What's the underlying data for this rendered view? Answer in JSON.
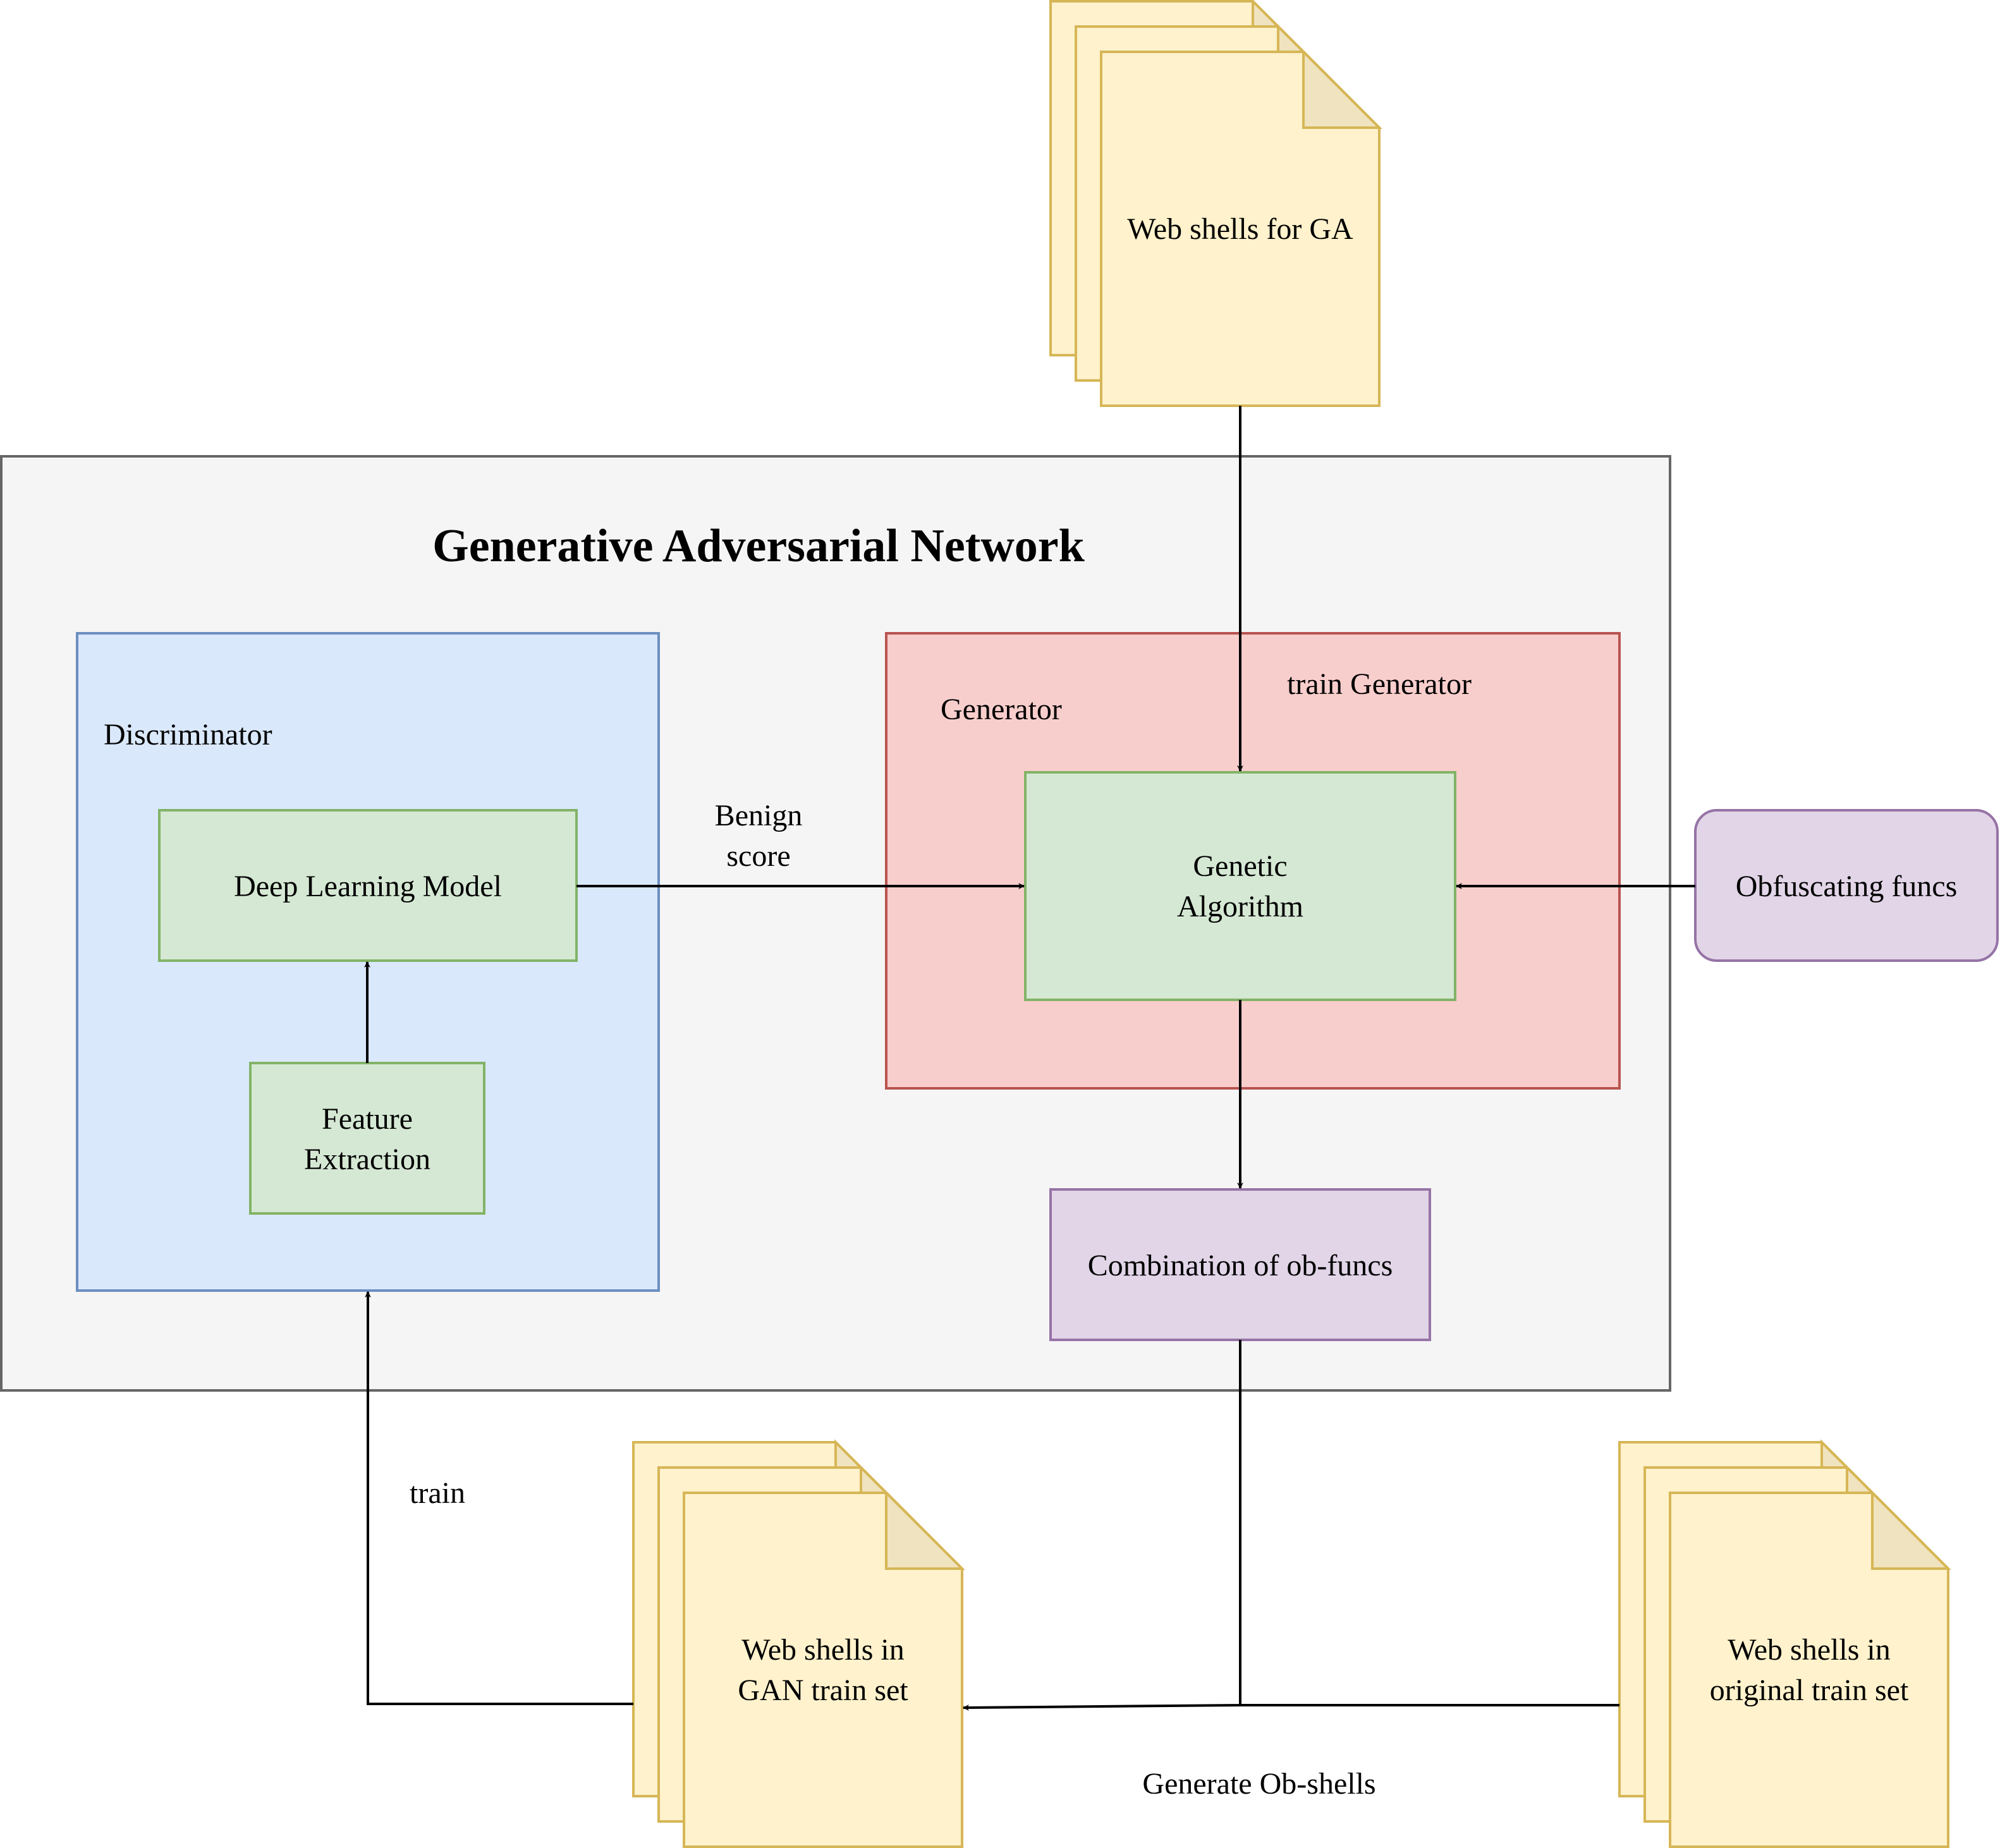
{
  "title": "Generative Adversarial Network",
  "discriminator": {
    "label": "Discriminator",
    "deep_learning_model": "Deep Learning Model",
    "feature_extraction": [
      "Feature",
      "Extraction"
    ]
  },
  "generator": {
    "label": "Generator",
    "genetic_algorithm": [
      "Genetic",
      "Algorithm"
    ]
  },
  "obfuscating_funcs": "Obfuscating funcs",
  "combination": "Combination of ob-funcs",
  "documents": {
    "ga_shells": "Web shells for GA",
    "gan_train_set": [
      "Web shells in",
      "GAN train set"
    ],
    "original_train_set": [
      "Web shells in",
      "original train set"
    ]
  },
  "edge_labels": {
    "train_generator": "train Generator",
    "benign_score": [
      "Benign",
      "score"
    ],
    "train": "train",
    "generate_ob_shells": "Generate Ob-shells"
  },
  "colors": {
    "gan_fill": "#f5f5f5",
    "gan_stroke": "#666666",
    "disc_fill": "#dae8fc",
    "disc_stroke": "#6c8ebf",
    "gen_fill": "#f8cecc",
    "gen_stroke": "#b85450",
    "green_fill": "#d5e8d4",
    "green_stroke": "#82b366",
    "purple_fill": "#e1d5e7",
    "purple_stroke": "#9673a6",
    "doc_fill": "#fff2cc",
    "doc_stroke": "#d6b656",
    "doc_fold": "#f0e3bf"
  }
}
